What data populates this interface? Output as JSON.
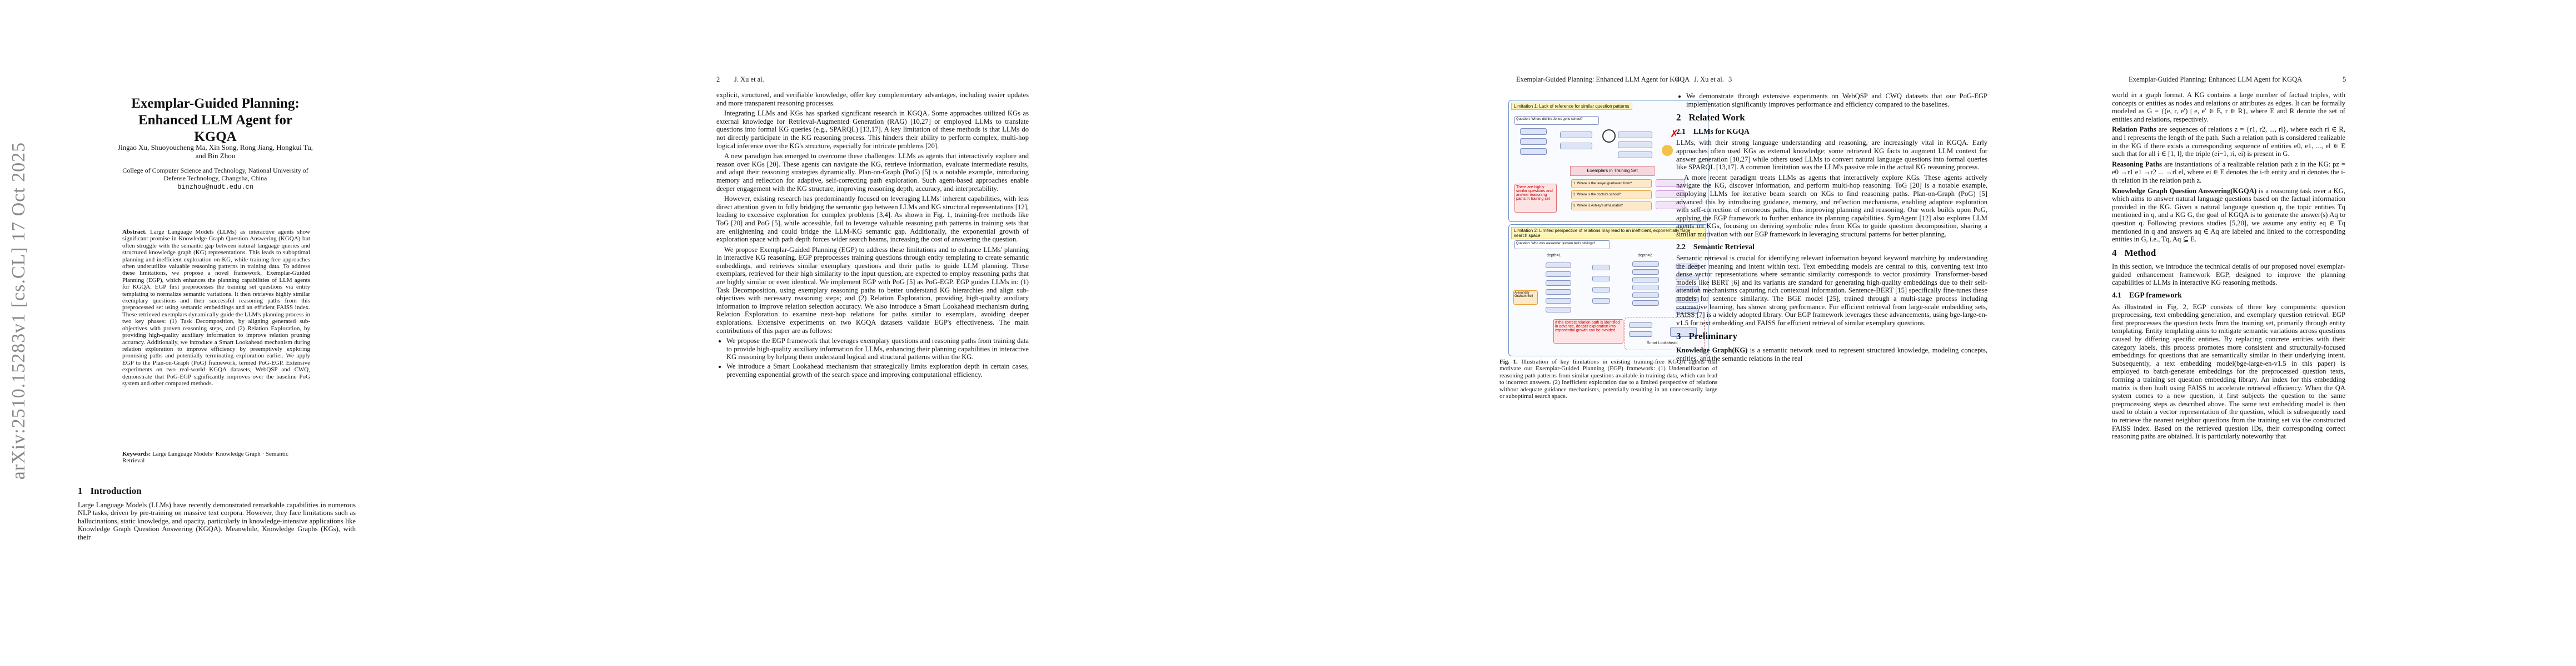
{
  "arxiv_stamp": "arXiv:2510.15283v1  [cs.CL]  17 Oct 2025",
  "page1": {
    "title": "Exemplar-Guided Planning: Enhanced LLM Agent for KGQA",
    "authors": "Jingao Xu, Shuoyoucheng Ma, Xin Song, Rong Jiang, Hongkui Tu, and Bin Zhou",
    "affiliation": "College of Computer Science and Technology, National University of Defense Technology, Changsha, China",
    "email": "binzhou@nudt.edu.cn",
    "abstract_label": "Abstract.",
    "abstract": "Large Language Models (LLMs) as interactive agents show significant promise in Knowledge Graph Question Answering (KGQA) but often struggle with the semantic gap between natural language queries and structured knowledge graph (KG) representations. This leads to suboptimal planning and inefficient exploration on KG, while training-free approaches often underutilize valuable reasoning patterns in training data. To address these limitations, we propose a novel framework, Exemplar-Guided Planning (EGP), which enhances the planning capabilities of LLM agents for KGQA. EGP first preprocesses the training set questions via entity templating to normalize semantic variations. It then retrieves highly similar exemplary questions and their successful reasoning paths from this preprocessed set using semantic embeddings and an efficient FAISS index. These retrieved exemplars dynamically guide the LLM's planning process in two key phases: (1) Task Decomposition, by aligning generated sub-objectives with proven reasoning steps, and (2) Relation Exploration, by providing high-quality auxiliary information to improve relation pruning accuracy. Additionally, we introduce a Smart Lookahead mechanism during relation exploration to improve efficiency by preemptively exploring promising paths and potentially terminating exploration earlier. We apply EGP to the Plan-on-Graph (PoG) framework, termed PoG-EGP. Extensive experiments on two real-world KGQA datasets, WebQSP and CWQ, demonstrate that PoG-EGP significantly improves over the baseline PoG system and other compared methods.",
    "keywords_label": "Keywords:",
    "keywords": "Large Language Models· Knowledge Graph · Semantic Retrieval",
    "intro_num": "1",
    "intro_title": "Introduction",
    "intro_text": "Large Language Models (LLMs) have recently demonstrated remarkable capabilities in numerous NLP tasks, driven by pre-training on massive text corpora. However, they face limitations such as hallucinations, static knowledge, and opacity, particularly in knowledge-intensive applications like Knowledge Graph Question Answering (KGQA). Meanwhile, Knowledge Graphs (KGs), with their"
  },
  "page2": {
    "page_number": "2",
    "running_head": "J. Xu et al.",
    "text1": "explicit, structured, and verifiable knowledge, offer key complementary advantages, including easier updates and more transparent reasoning processes.",
    "text2": "Integrating LLMs and KGs has sparked significant research in KGQA. Some approaches utilized KGs as external knowledge for Retrieval-Augmented Generation (RAG) [10,27] or employed LLMs to translate questions into formal KG queries (e.g., SPARQL) [13,17]. A key limitation of these methods is that LLMs do not directly participate in the KG reasoning process. This hinders their ability to perform complex, multi-hop logical inference over the KG's structure, especially for intricate problems [20].",
    "text3": "A new paradigm has emerged to overcome these challenges: LLMs as agents that interactively explore and reason over KGs [20]. These agents can navigate the KG, retrieve information, evaluate intermediate results, and adapt their reasoning strategies dynamically. Plan-on-Graph (PoG) [5] is a notable example, introducing memory and reflection for adaptive, self-correcting path exploration. Such agent-based approaches enable deeper engagement with the KG structure, improving reasoning depth, accuracy, and interpretability.",
    "text4": "However, existing research has predominantly focused on leveraging LLMs' inherent capabilities, with less direct attention given to fully bridging the semantic gap between LLMs and KG structural representations [12], leading to excessive exploration for complex problems [3,4]. As shown in Fig. 1, training-free methods like ToG [20] and PoG [5], while accessible, fail to leverage valuable reasoning path patterns in training sets that are enlightening and could bridge the LLM-KG semantic gap. Additionally, the exponential growth of exploration space with path depth forces wider search beams, increasing the cost of answering the question.",
    "text5": "We propose Exemplar-Guided Planning (EGP) to address these limitations and to enhance LLMs' planning in interactive KG reasoning. EGP preprocesses training questions through entity templating to create semantic embeddings, and retrieves similar exemplary questions and their paths to guide LLM planning. These exemplars, retrieved for their high similarity to the input question, are expected to employ reasoning paths that are highly similar or even identical. We implement EGP with PoG [5] as PoG-EGP. EGP guides LLMs in: (1) Task Decomposition, using exemplary reasoning paths to better understand KG hierarchies and align sub-objectives with necessary reasoning steps; and (2) Relation Exploration, providing high-quality auxiliary information to improve relation selection accuracy. We also introduce a Smart Lookahead mechanism during Relation Exploration to examine next-hop relations for paths similar to exemplars, avoiding deeper explorations. Extensive experiments on two KGQA datasets validate EGP's effectiveness. The main contributions of this paper are as follows:",
    "bullet1": "We propose the EGP framework that leverages exemplary questions and reasoning paths from training data to provide high-quality auxiliary information for LLMs, enhancing their planning capabilities in interactive KG reasoning by helping them understand logical and structural patterns within the KG.",
    "bullet2": "We introduce a Smart Lookahead mechanism that strategically limits exploration depth in certain cases, preventing exponential growth of the search space and improving computational efficiency."
  },
  "page3": {
    "running_head": "Exemplar-Guided Planning: Enhanced LLM Agent for KGQA",
    "page_number": "3",
    "fig_top_title": "Limitation 1: Lack of reference for similar question patterns",
    "fig_top_question": "Question: Where did the Jones go to school?",
    "fig_top_note": "There are highly similar questions and answer reasoning paths in training set",
    "fig_exemplars": "Exemplars in Training Set",
    "fig_ex1": "1. Where is the lawyer graduated from?",
    "fig_ex2": "2. Where is the doctor's school?",
    "fig_ex3": "3. Where is Ashley's alma mater?",
    "fig_bottom_title": "Limitation 2: Limited perspective of relations may lead to an inefficient, exponentially large search space",
    "fig_bottom_question": "Question: Who was alexander graham bell's siblings?",
    "fig_bottom_note": "If the correct relation path is identified in advance, deeper exploration into exponential growth can be avoided.",
    "fig_lookahead": "Smart Lookahead",
    "fig_depth1": "depth=1",
    "fig_depth2": "depth=2",
    "fig_alexander": "Alexander Graham Bell",
    "caption_label": "Fig. 1.",
    "caption": "Illustration of key limitations in existing training-free KGQA agents that motivate our Exemplar-Guided Planning (EGP) framework: (1) Underutilization of reasoning path patterns from similar questions available in training data, which can lead to incorrect answers. (2) Inefficient exploration due to a limited perspective of relations without adequate guidance mechanisms, potentially resulting in an unnecessarily large or suboptimal search space."
  },
  "page4": {
    "page_number": "4",
    "running_head": "J. Xu et al.",
    "bullet3": "We demonstrate through extensive experiments on WebQSP and CWQ datasets that our PoG-EGP implementation significantly improves performance and efficiency compared to the baselines.",
    "s2_num": "2",
    "s2_title": "Related Work",
    "s21_num": "2.1",
    "s21_title": "LLMs for KGQA",
    "s21_text": "LLMs, with their strong language understanding and reasoning, are increasingly vital in KGQA. Early approaches often used KGs as external knowledge; some retrieved KG facts to augment LLM context for answer generation [10,27] while others used LLMs to convert natural language questions into formal queries like SPARQL [13,17]. A common limitation was the LLM's passive role in the actual KG reasoning process.",
    "s21_text2": "A more recent paradigm treats LLMs as agents that interactively explore KGs. These agents actively navigate the KG, discover information, and perform multi-hop reasoning. ToG [20] is a notable example, employing LLMs for iterative beam search on KGs to find reasoning paths. Plan-on-Graph (PoG) [5] advanced this by introducing guidance, memory, and reflection mechanisms, enabling adaptive exploration with self-correction of erroneous paths, thus improving planning and reasoning. Our work builds upon PoG, applying the EGP framework to further enhance its planning capabilities. SymAgent [12] also explores LLM agents on KGs, focusing on deriving symbolic rules from KGs to guide question decomposition, sharing a similar motivation with our EGP framework in leveraging structural patterns for better planning.",
    "s22_num": "2.2",
    "s22_title": "Semantic Retrieval",
    "s22_text": "Semantic retrieval is crucial for identifying relevant information beyond keyword matching by understanding the deeper meaning and intent within text. Text embedding models are central to this, converting text into dense vector representations where semantic similarity corresponds to vector proximity. Transformer-based models like BERT [6] and its variants are standard for generating high-quality embeddings due to their self-attention mechanisms capturing rich contextual information. Sentence-BERT [15] specifically fine-tunes these models for sentence similarity. The BGE model [25], trained through a multi-stage process including contrastive learning, has shown strong performance. For efficient retrieval from large-scale embedding sets, FAISS [7] is a widely adopted library. Our EGP framework leverages these advancements, using bge-large-en-v1.5 for text embedding and FAISS for efficient retrieval of similar exemplary questions.",
    "s3_num": "3",
    "s3_title": "Preliminary",
    "s3_text_label": "Knowledge Graph(KG)",
    "s3_text": "is a semantic network used to represent structured knowledge, modeling concepts, entities, and the semantic relations in the real"
  },
  "page5": {
    "running_head": "Exemplar-Guided Planning: Enhanced LLM Agent for KGQA",
    "page_number": "5",
    "text1": "world in a graph format. A KG contains a large number of factual triples, with concepts or entities as nodes and relations or attributes as edges. It can be formally modeled as G = {(e, r, e′) | e, e′ ∈ E, r ∈ R}, where E and R denote the set of entities and relations, respectively.",
    "rp_label": "Relation Paths",
    "rp_text": "are sequences of relations z = {r1, r2, ..., rl}, where each ri ∈ R, and l represents the length of the path. Such a relation path is considered realizable in the KG if there exists a corresponding sequence of entities e0, e1, ..., el ∈ E such that for all i ∈ [1, l], the triple (ei−1, ri, ei) is present in G.",
    "reason_label": "Reasoning Paths",
    "reason_text": "are instantiations of a realizable relation path z in the KG: pz = e0 →r1 e1 →r2 ... →rl el, where ei ∈ E denotes the i-th entity and ri denotes the i-th relation in the relation path z.",
    "kgqa_label": "Knowledge Graph Question Answering(KGQA)",
    "kgqa_text": "is a reasoning task over a KG, which aims to answer natural language questions based on the factual information provided in the KG. Given a natural language question q, the topic entities Tq mentioned in q, and a KG G, the goal of KGQA is to generate the answer(s) Aq to question q. Following previous studies [5,20], we assume any entity eq ∈ Tq mentioned in q and answers aq ∈ Aq are labeled and linked to the corresponding entities in G, i.e., Tq, Aq ⊆ E.",
    "s4_num": "4",
    "s4_title": "Method",
    "s4_text": "In this section, we introduce the technical details of our proposed novel exemplar-guided enhancement framework EGP, designed to improve the planning capabilities of LLMs in interactive KG reasoning methods.",
    "s41_num": "4.1",
    "s41_title": "EGP framework",
    "s41_text": "As illustrated in Fig. 2, EGP consists of three key components: question preprocessing, text embedding generation, and exemplary question retrieval. EGP first preprocesses the question texts from the training set, primarily through entity templating. Entity templating aims to mitigate semantic variations across questions caused by differing specific entities. By replacing concrete entities with their category labels, this process promotes more consistent and structurally-focused embeddings for questions that are semantically similar in their underlying intent. Subsequently, a text embedding model(bge-large-en-v1.5 in this paper) is employed to batch-generate embeddings for the preprocessed question texts, forming a training set question embedding library. An index for this embedding matrix is then built using FAISS to accelerate retrieval efficiency. When the QA system comes to a new question, it first subjects the question to the same preprocessing steps as described above. The same text embedding model is then used to obtain a vector representation of the question, which is subsequently used to retrieve the nearest neighbor questions from the training set via the constructed FAISS index. Based on the retrieved question IDs, their corresponding correct reasoning paths are obtained. It is particularly noteworthy that"
  }
}
